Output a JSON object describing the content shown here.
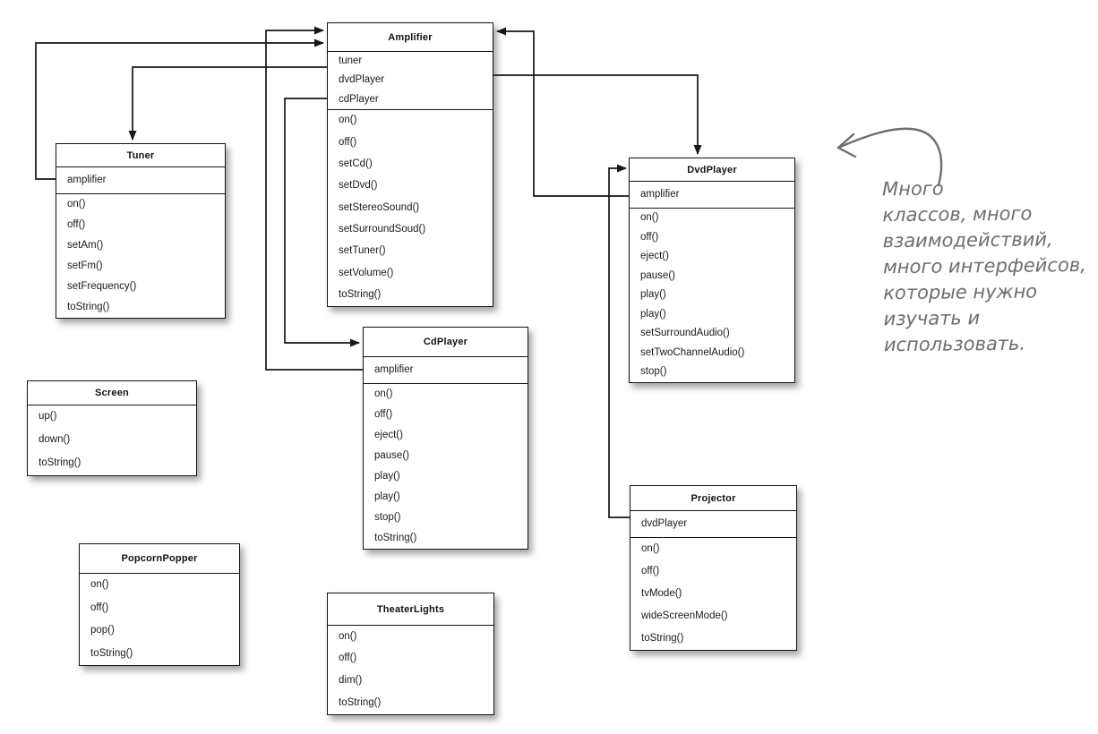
{
  "diagram": {
    "title": "home-theater-classes-uml",
    "classes": [
      {
        "id": "amplifier",
        "name": "Amplifier",
        "attributes": [
          "tuner",
          "dvdPlayer",
          "cdPlayer"
        ],
        "methods": [
          "on()",
          "off()",
          "setCd()",
          "setDvd()",
          "setStereoSound()",
          "setSurroundSoud()",
          "setTuner()",
          "setVolume()",
          "toString()"
        ]
      },
      {
        "id": "tuner",
        "name": "Tuner",
        "attributes": [
          "amplifier"
        ],
        "methods": [
          "on()",
          "off()",
          "setAm()",
          "setFm()",
          "setFrequency()",
          "toString()"
        ]
      },
      {
        "id": "dvdplayer",
        "name": "DvdPlayer",
        "attributes": [
          "amplifier"
        ],
        "methods": [
          "on()",
          "off()",
          "eject()",
          "pause()",
          "play()",
          "play()",
          "setSurroundAudio()",
          "setTwoChannelAudio()",
          "stop()"
        ]
      },
      {
        "id": "cdplayer",
        "name": "CdPlayer",
        "attributes": [
          "amplifier"
        ],
        "methods": [
          "on()",
          "off()",
          "eject()",
          "pause()",
          "play()",
          "play()",
          "stop()",
          "toString()"
        ]
      },
      {
        "id": "screen",
        "name": "Screen",
        "attributes": [],
        "methods": [
          "up()",
          "down()",
          "toString()"
        ]
      },
      {
        "id": "popcornpopper",
        "name": "PopcornPopper",
        "attributes": [],
        "methods": [
          "on()",
          "off()",
          "pop()",
          "toString()"
        ]
      },
      {
        "id": "theaterlights",
        "name": "TheaterLights",
        "attributes": [],
        "methods": [
          "on()",
          "off()",
          "dim()",
          "toString()"
        ]
      },
      {
        "id": "projector",
        "name": "Projector",
        "attributes": [
          "dvdPlayer"
        ],
        "methods": [
          "on()",
          "off()",
          "tvMode()",
          "wideScreenMode()",
          "toString()"
        ]
      }
    ],
    "connections": [
      {
        "from": "amplifier",
        "member": "tuner",
        "to": "tuner"
      },
      {
        "from": "amplifier",
        "member": "cdPlayer",
        "to": "cdplayer"
      },
      {
        "from": "amplifier",
        "member": "dvdPlayer",
        "to": "dvdplayer"
      },
      {
        "from": "tuner",
        "member": "amplifier",
        "to": "amplifier"
      },
      {
        "from": "cdplayer",
        "member": "amplifier",
        "to": "amplifier"
      },
      {
        "from": "dvdplayer",
        "member": "amplifier",
        "to": "amplifier"
      },
      {
        "from": "projector",
        "member": "dvdPlayer",
        "to": "dvdplayer"
      }
    ],
    "annotation": {
      "text": "Много классов, много взаимодействий, много интерфейсов, которые нужно изучать и использовать.",
      "lines": {
        "0": "Много",
        "1": "классов, много",
        "2": "взаимодействий,",
        "3": "много интерфейсов,",
        "4": "которые нужно",
        "5": "изучать и",
        "6": "использовать."
      },
      "color": "#6e6e6e"
    },
    "colors": {
      "line": "#161616",
      "box_border": "#131313",
      "box_bg": "#ffffff",
      "note": "#6e6e6e"
    }
  }
}
